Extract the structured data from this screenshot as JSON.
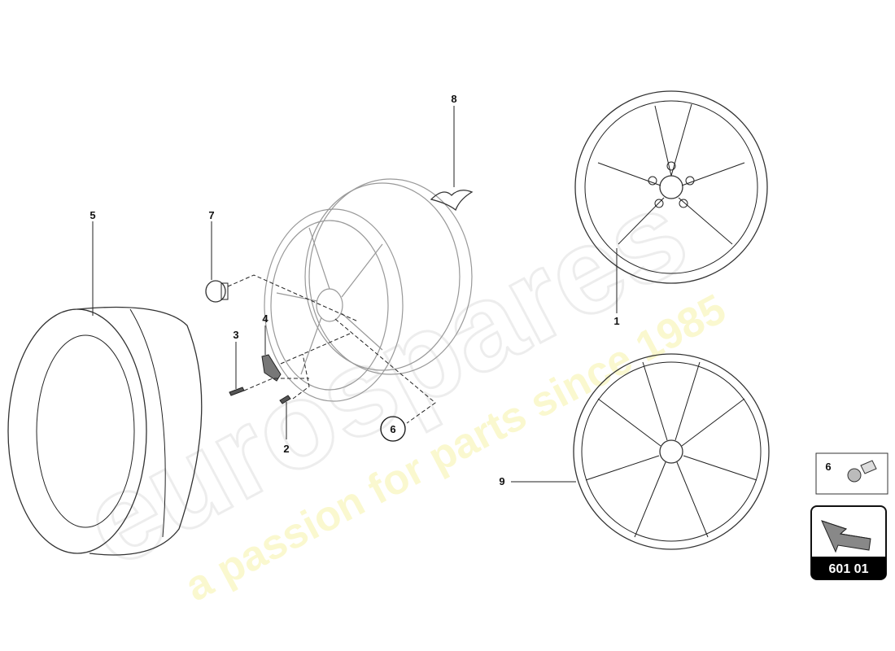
{
  "diagram": {
    "callouts": [
      {
        "id": "1",
        "text": "1"
      },
      {
        "id": "2",
        "text": "2"
      },
      {
        "id": "3",
        "text": "3"
      },
      {
        "id": "4",
        "text": "4"
      },
      {
        "id": "5",
        "text": "5"
      },
      {
        "id": "6",
        "text": "6"
      },
      {
        "id": "7",
        "text": "7"
      },
      {
        "id": "8",
        "text": "8"
      },
      {
        "id": "9",
        "text": "9"
      }
    ],
    "legend_box": {
      "callout": "6"
    },
    "page_ref": "601 01",
    "watermark": {
      "brand": "eurospares",
      "tagline": "a passion for parts since 1985"
    }
  }
}
